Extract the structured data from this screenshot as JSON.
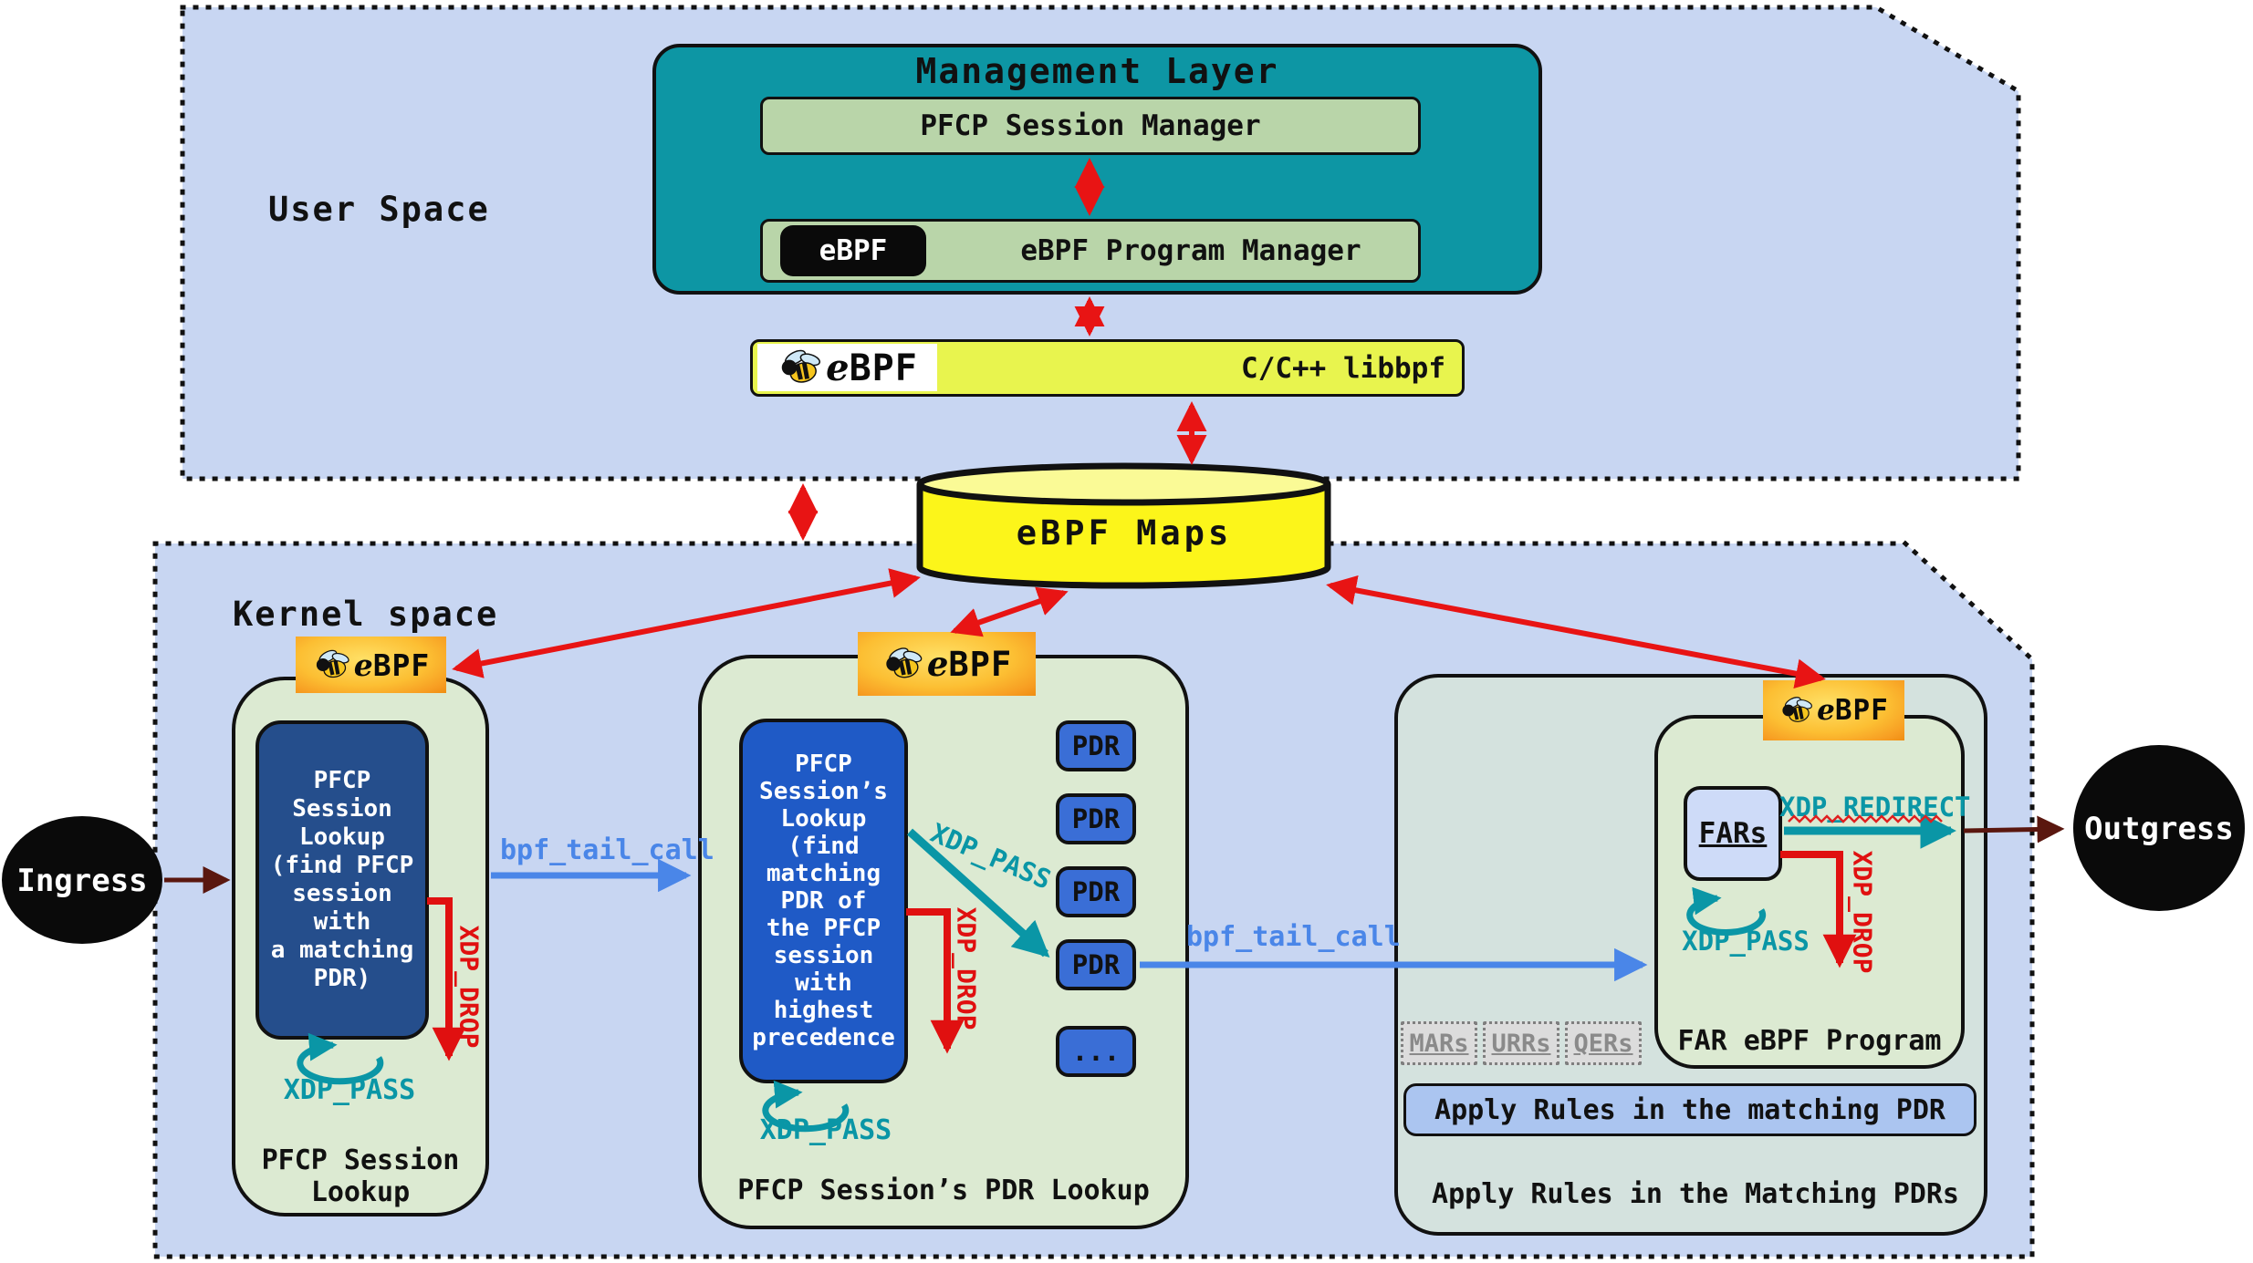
{
  "regions": {
    "user_space_label": "User Space",
    "kernel_space_label": "Kernel space"
  },
  "management": {
    "title": "Management Layer",
    "pfcp_session_manager": "PFCP Session Manager",
    "ebpf_badge": "eBPF",
    "ebpf_program_manager": "eBPF Program Manager"
  },
  "ebpf_logo": {
    "e": "e",
    "bpf": "BPF"
  },
  "libbpf": {
    "label": "C/C++ libbpf"
  },
  "maps": {
    "label": "eBPF Maps"
  },
  "endpoints": {
    "ingress": "Ingress",
    "outgress": "Outgress"
  },
  "connections": {
    "tail_call_1": "bpf_tail_call",
    "tail_call_2": "bpf_tail_call"
  },
  "left_program": {
    "lookup_text": "PFCP\nSession\nLookup\n(find PFCP\nsession\nwith\na matching\nPDR)",
    "xdp_pass": "XDP_PASS",
    "xdp_drop": "XDP_DROP",
    "caption": "PFCP Session\nLookup"
  },
  "middle_program": {
    "lookup_text": "PFCP\nSession’s\nLookup\n(find\nmatching\nPDR of\nthe PFCP\nsession\nwith\nhighest\nprecedence",
    "pdr_labels": [
      "PDR",
      "PDR",
      "PDR",
      "PDR",
      "..."
    ],
    "xdp_pass_loop": "XDP_PASS",
    "xdp_pass_arrow": "XDP_PASS",
    "xdp_drop": "XDP_DROP",
    "caption": "PFCP Session’s PDR Lookup"
  },
  "right_program": {
    "fars": "FARs",
    "xdp_redirect": "XDP_REDIRECT",
    "xdp_pass": "XDP_PASS",
    "xdp_drop": "XDP_DROP",
    "inner_caption": "FAR eBPF Program",
    "rule_boxes": [
      "MARs",
      "URRs",
      "QERs"
    ],
    "apply_bar": "Apply Rules in the matching PDR",
    "caption": "Apply Rules in the Matching PDRs"
  },
  "colors": {
    "background_region": "#c8d6f2",
    "management_teal": "#0d96a4",
    "sage_green": "#b9d5a9",
    "libbpf_yellow": "#e8f44e",
    "cylinder_yellow": "#fcf51a",
    "program_green": "#dcead2",
    "right_outer_gray_green": "#d4e2de",
    "navy_box": "#254e8c",
    "bright_blue_box": "#1f5ac6",
    "pdr_blue": "#3a6ed6",
    "fars_fill": "#cedbf8",
    "apply_bar_blue": "#abc5f0",
    "teal_accent": "#0a96a6",
    "red_accent": "#e01010",
    "maroon_accent": "#5a170f",
    "tail_call_blue": "#4a86e8"
  }
}
